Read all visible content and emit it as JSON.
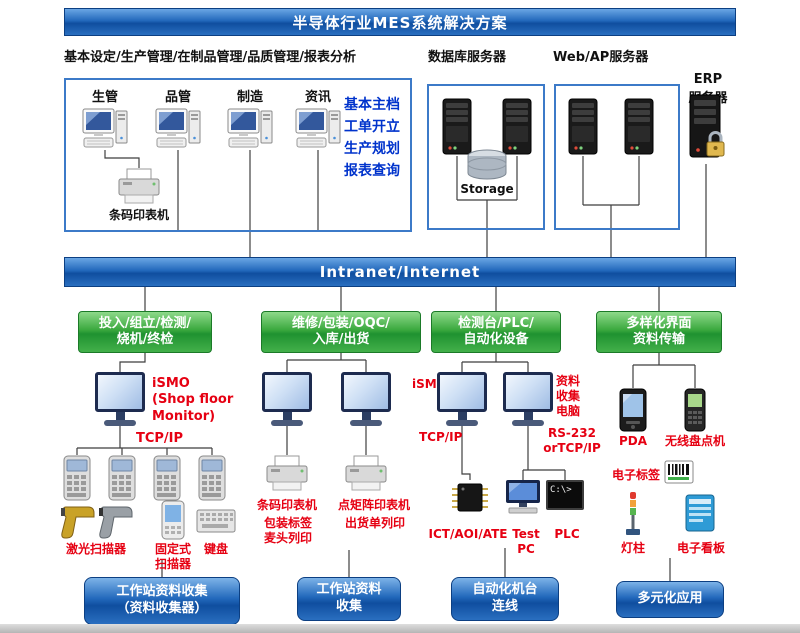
{
  "colors": {
    "banner_blue": "#1b5fb5",
    "process_green": "#2fa63a",
    "accent_red": "#e60012",
    "function_blue": "#0033cc",
    "box_border_blue": "#3c7ac8"
  },
  "banner": {
    "title": "半导体行业MES系统解决方案"
  },
  "headings": {
    "mes_modules": "基本设定/生产管理/在制品管理/品质管理/报表分析",
    "db_server": "数据库服务器",
    "web_server": "Web/AP服务器",
    "erp_server": "ERP\n服务器"
  },
  "office": {
    "workstations": [
      {
        "label": "生管"
      },
      {
        "label": "品管"
      },
      {
        "label": "制造"
      },
      {
        "label": "资讯"
      }
    ],
    "printer_label": "条码印表机",
    "functions": [
      "基本主档",
      "工单开立",
      "生产规划",
      "报表查询"
    ]
  },
  "db": {
    "storage_label": "Storage"
  },
  "network": {
    "label": "Intranet/Internet"
  },
  "process_boxes": [
    {
      "label": "投入/组立/检测/\n烧机/终检"
    },
    {
      "label": "维修/包装/OQC/\n入库/出货"
    },
    {
      "label": "检测台/PLC/\n自动化设备"
    },
    {
      "label": "多样化界面\n资料传输"
    }
  ],
  "col1": {
    "ismo_label": "iSMO\n(Shop floor\nMonitor)",
    "tcpip_label": "TCP/IP",
    "laser_scanner_label": "激光扫描器",
    "fixed_scanner_label": "固定式\n扫描器",
    "keyboard_label": "键盘"
  },
  "col2": {
    "barcode_printer_label": "条码印表机",
    "dotmatrix_printer_label": "点矩阵印表机",
    "packing_note": "包装标签\n麦头列印",
    "shipping_note": "出货单列印"
  },
  "col3": {
    "ismo_label": "iSMO",
    "tcpip_label": "TCP/IP",
    "collector_label": "资料\n收集\n电脑",
    "rs232_label": "RS-232\norTCP/IP",
    "ict_label": "ICT/AOI/ATE",
    "testpc_label": "Test PC",
    "plc_label": "PLC",
    "plc_screen": "C:\\>"
  },
  "col4": {
    "pda_label": "PDA",
    "wireless_label": "无线盘点机",
    "etag_label": "电子标签",
    "lamp_label": "灯柱",
    "kanban_label": "电子看板"
  },
  "bottom_boxes": [
    {
      "label": "工作站资料收集\n（资料收集器）"
    },
    {
      "label": "工作站资料\n收集"
    },
    {
      "label": "自动化机台\n连线"
    },
    {
      "label": "多元化应用"
    }
  ]
}
